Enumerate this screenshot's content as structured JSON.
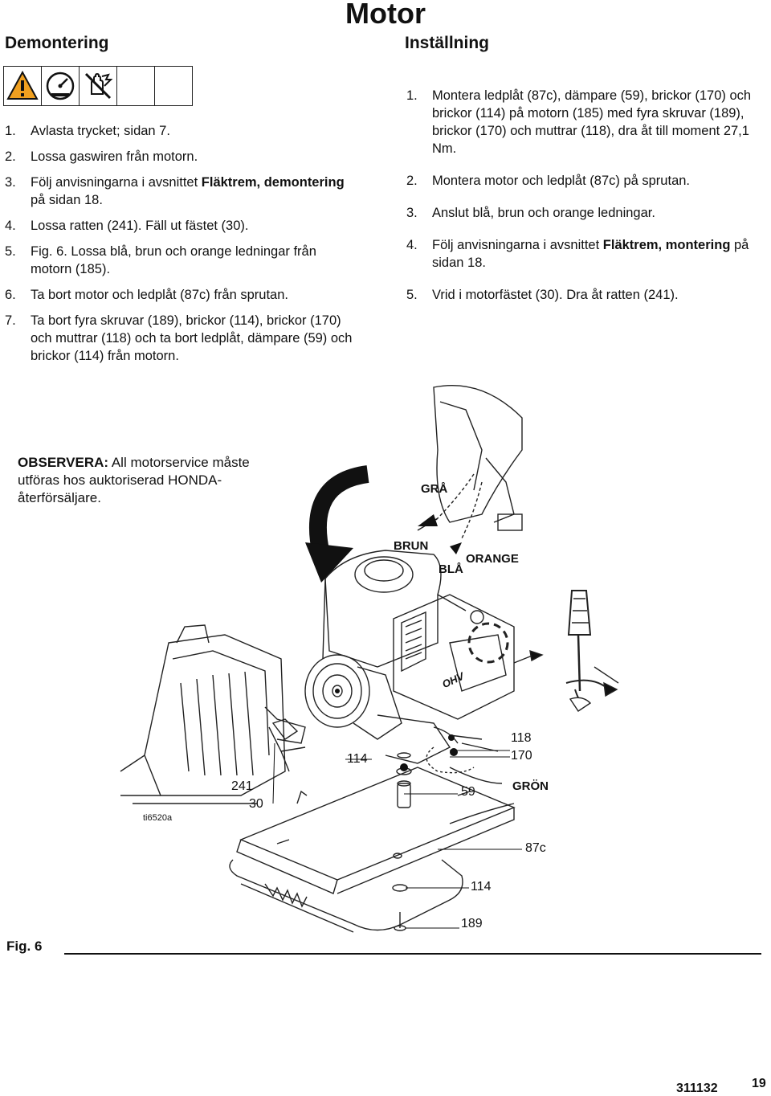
{
  "page": {
    "title": "Motor",
    "doc_number": "311132",
    "page_number": "19"
  },
  "left": {
    "heading": "Demontering",
    "warning_icons": [
      "caution-triangle-icon",
      "pressure-gauge-icon",
      "no-hands-icon"
    ],
    "steps": [
      {
        "num": "1.",
        "text": "Avlasta trycket; sidan 7."
      },
      {
        "num": "2.",
        "text": "Lossa gaswiren från motorn."
      },
      {
        "num": "3.",
        "text_pre": "Följ anvisningarna i avsnittet ",
        "text_bold": "Fläktrem, demontering",
        "text_post": " på sidan 18."
      },
      {
        "num": "4.",
        "text": "Lossa ratten (241). Fäll ut fästet (30)."
      },
      {
        "num": "5.",
        "text": "Fig. 6. Lossa blå, brun och orange ledningar från motorn (185)."
      },
      {
        "num": "6.",
        "text": "Ta bort motor och ledplåt (87c) från sprutan."
      },
      {
        "num": "7.",
        "text": "Ta bort fyra skruvar (189), brickor (114), brickor (170) och muttrar (118) och ta bort ledplåt, dämpare (59) och brickor (114) från motorn."
      }
    ]
  },
  "right": {
    "heading": "Inställning",
    "steps": [
      {
        "num": "1.",
        "text": "Montera ledplåt (87c), dämpare (59), brickor (170) och brickor (114) på motorn (185) med fyra skruvar (189), brickor (170) och muttrar (118), dra åt till moment 27,1 Nm."
      },
      {
        "num": "2.",
        "text": "Montera motor och ledplåt (87c) på sprutan."
      },
      {
        "num": "3.",
        "text": "Anslut blå, brun och orange ledningar."
      },
      {
        "num": "4.",
        "text_pre": "Följ anvisningarna i avsnittet ",
        "text_bold": "Fläktrem, montering",
        "text_post": " på sidan 18."
      },
      {
        "num": "5.",
        "text": "Vrid i motorfästet (30). Dra åt ratten (241)."
      }
    ]
  },
  "note": {
    "label": "OBSERVERA:",
    "text": " All motorservice måste utföras hos auktoriserad HONDA-återförsäljare."
  },
  "figure": {
    "label": "Fig. 6",
    "image_code": "ti6520a",
    "wire_labels": {
      "gra": "GRÅ",
      "brun": "BRUN",
      "orange": "ORANGE",
      "bla": "BLÅ",
      "gron": "GRÖN"
    },
    "part_numbers": {
      "p118": "118",
      "p170": "170",
      "p114a": "114",
      "p241": "241",
      "p30": "30",
      "p59": "59",
      "p87c": "87c",
      "p114b": "114",
      "p189": "189"
    },
    "engine_brand": "OHV"
  }
}
